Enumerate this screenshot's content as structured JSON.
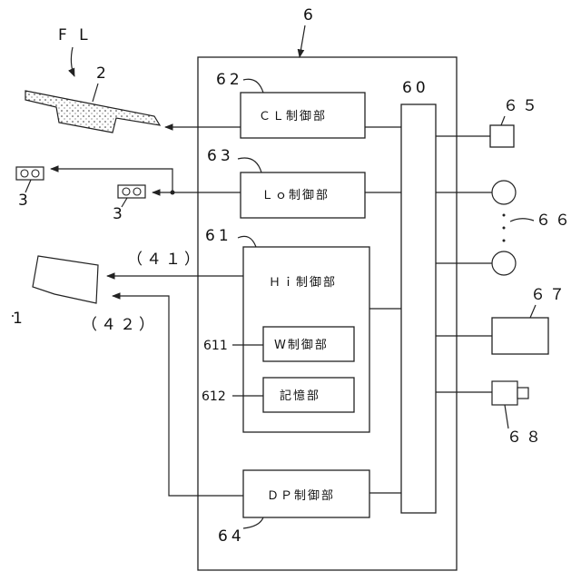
{
  "diagram": {
    "outer_label": "6",
    "bus_label": "60",
    "fl_label": "F L",
    "light_label": "2",
    "units": {
      "cl": {
        "ref": "62",
        "text": "ＣＬ制御部"
      },
      "lo": {
        "ref": "63",
        "text": "Ｌｏ制御部"
      },
      "hi": {
        "ref": "61",
        "text": "Ｈｉ制御部"
      },
      "w": {
        "ref": "611",
        "text": "W制御部"
      },
      "mem": {
        "ref": "612",
        "text": "記憶部"
      },
      "dp": {
        "ref": "64",
        "text": "ＤＰ制御部"
      }
    },
    "lamp_label_left": "3",
    "lamp_label_right": "3",
    "signal_41": "（４１）",
    "signal_42": "（４２）",
    "hi_target_label": "1",
    "peripherals": {
      "p65": "６５",
      "p66": "６６",
      "p67": "６７",
      "p68": "６８"
    }
  }
}
